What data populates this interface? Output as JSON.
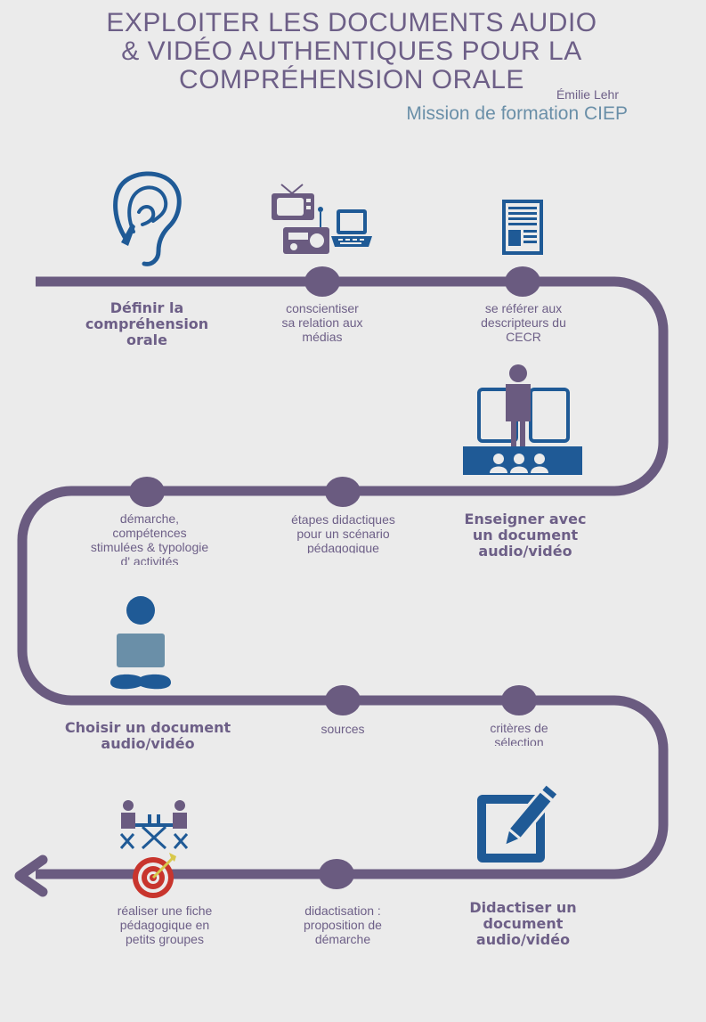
{
  "header": {
    "title_line1": "EXPLOITER LES DOCUMENTS AUDIO",
    "title_line2": "& VIDÉO AUTHENTIQUES POUR LA",
    "title_line3": "COMPRÉHENSION ORALE",
    "author": "Émilie Lehr",
    "organization": "Mission de formation CIEP"
  },
  "row1": {
    "stage": [
      "Définir la",
      "compréhension",
      "orale"
    ],
    "step1": [
      "conscientiser",
      "sa relation aux",
      "médias"
    ],
    "step2": [
      "se référer aux",
      "descripteurs du",
      "CECR"
    ]
  },
  "row2": {
    "stage": [
      "Enseigner avec",
      "un document",
      "audio/vidéo"
    ],
    "step1": [
      "étapes didactiques",
      "pour un scénario",
      "pédagogique"
    ],
    "step2": [
      "démarche,",
      "compétences",
      "stimulées & typologie",
      "d' activités"
    ]
  },
  "row3": {
    "stage": [
      "Choisir un document",
      "audio/vidéo"
    ],
    "step1": [
      "sources"
    ],
    "step2": [
      "critères de",
      "sélection"
    ]
  },
  "row4": {
    "stage": [
      "Didactiser un",
      "document",
      "audio/vidéo"
    ],
    "step1": [
      "didactisation :",
      "proposition de",
      "démarche"
    ],
    "step2": [
      "réaliser une fiche",
      "pédagogique en",
      "petits groupes"
    ]
  },
  "icons": [
    "ear-icon",
    "media-devices-icon",
    "document-icon",
    "teacher-classroom-icon",
    "laptop-user-icon",
    "edit-icon",
    "group-work-icon",
    "target-icon"
  ],
  "colors": {
    "road": "#6a5b80",
    "text": "#6d5f87",
    "blue": "#1f5a96",
    "subtitle": "#6a8fa8",
    "target_red": "#c8352d"
  }
}
